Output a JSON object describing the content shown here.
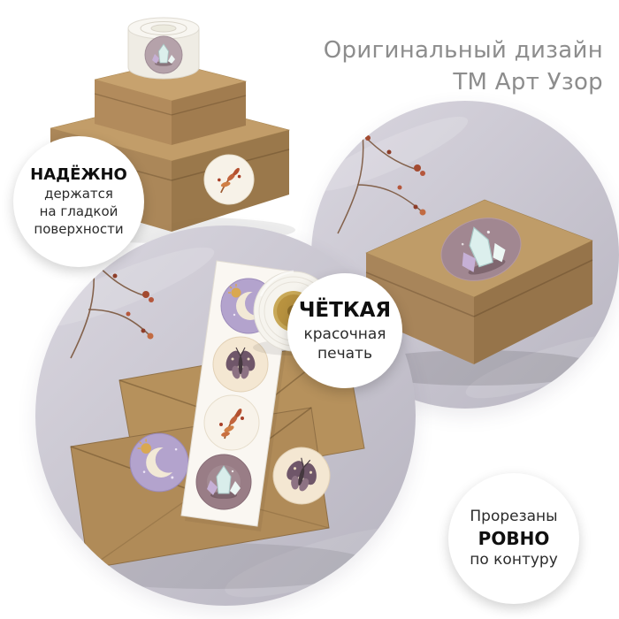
{
  "title": {
    "line1": "Оригинальный дизайн",
    "line2": "ТМ Арт Узор"
  },
  "badges": {
    "adhesion": {
      "emphasis": "НАДЁЖНО",
      "lines": [
        "держатся",
        "на гладкой",
        "поверхности"
      ]
    },
    "print": {
      "emphasis": "ЧЁТКАЯ",
      "lines": [
        "красочная",
        "печать"
      ]
    },
    "cut": {
      "line1": "Прорезаны",
      "emphasis": "РОВНО",
      "line3": "по контуру"
    }
  },
  "stickers": [
    "moon-and-sun",
    "moth",
    "autumn-branch",
    "crystals",
    "floral-sprig"
  ],
  "palette": {
    "kraft": "#ab8759",
    "kraft_light": "#c29d69",
    "kraft_dark": "#9a784b",
    "marble": "#c7c4cf",
    "dried_flower": "#b5573c",
    "sticker_lavender": "#b3a3cd",
    "sticker_cream": "#f4e7d2",
    "sticker_mauve": "#997d86",
    "title_text": "#8d8d8d",
    "badge_text": "#2b2b2b"
  }
}
